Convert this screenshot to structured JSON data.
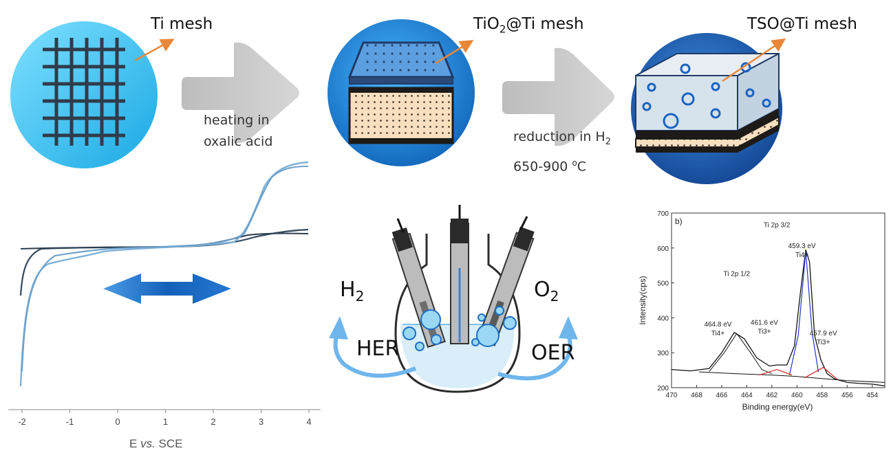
{
  "labels": {
    "ti_mesh": "Ti mesh",
    "tio2_pre": "TiO",
    "tio2_sub": "2",
    "tio2_post": "@Ti mesh",
    "tso": "TSO@Ti mesh",
    "step1_line1": "heating in",
    "step1_line2": "oxalic acid",
    "step2_line1_pre": "reduction in H",
    "step2_line1_sub": "2",
    "step2_line2_pre": "650-900 ",
    "step2_line2_sup": "o",
    "step2_line2_post": "C",
    "h2_main": "H",
    "h2_sub": "2",
    "o2_main": "O",
    "o2_sub": "2",
    "her": "HER",
    "oer": "OER"
  },
  "colors": {
    "mesh_circle": "#35c6f2",
    "tio2_circle": "#1c82d6",
    "tso_circle": "#1b63b8",
    "step_arrow": "#c8c8c8",
    "pointer_arrow": "#e8873a",
    "double_arrow": "#1d6fc4",
    "curve_dark": "#34495e",
    "curve_light": "#7fb0d6"
  },
  "cv_plot": {
    "xlabel_pre": "E ",
    "xlabel_italic": "vs.",
    "xlabel_post": " SCE",
    "x_ticks": [
      "-2",
      "-1",
      "0",
      "1",
      "2",
      "3",
      "4"
    ]
  },
  "chart_data": {
    "type": "line",
    "title": "",
    "panel_label": "b)",
    "xlabel": "Binding energy(eV)",
    "ylabel": "Intensity(cps)",
    "xlim": [
      470,
      453
    ],
    "ylim": [
      200,
      700
    ],
    "x_ticks": [
      470,
      468,
      466,
      464,
      462,
      460,
      458,
      456,
      454
    ],
    "y_ticks": [
      200,
      300,
      400,
      500,
      600,
      700
    ],
    "series": [
      {
        "points": [
          [
            470,
            252
          ],
          [
            468.5,
            248
          ],
          [
            467,
            255
          ],
          [
            466,
            300
          ],
          [
            465,
            358
          ],
          [
            464.2,
            340
          ],
          [
            463.2,
            285
          ],
          [
            462.2,
            262
          ],
          [
            461.6,
            265
          ],
          [
            460.8,
            265
          ],
          [
            460.2,
            320
          ],
          [
            459.7,
            480
          ],
          [
            459.3,
            595
          ],
          [
            459.0,
            560
          ],
          [
            458.6,
            350
          ],
          [
            458.1,
            280
          ],
          [
            457.6,
            240
          ],
          [
            457.0,
            225
          ],
          [
            456,
            215
          ],
          [
            455,
            212
          ],
          [
            454,
            210
          ],
          [
            453,
            205
          ]
        ]
      },
      {
        "points": [
          [
            467.8,
            245
          ],
          [
            464.8,
            240
          ],
          [
            462,
            236
          ],
          [
            460,
            232
          ],
          [
            458,
            226
          ],
          [
            456,
            220
          ],
          [
            453,
            215
          ]
        ]
      },
      {
        "points": [
          [
            467,
            246
          ],
          [
            465.8,
            300
          ],
          [
            464.8,
            355
          ],
          [
            463.8,
            305
          ],
          [
            462.8,
            252
          ],
          [
            462,
            240
          ]
        ]
      },
      {
        "points": [
          [
            460.6,
            236
          ],
          [
            459.9,
            350
          ],
          [
            459.3,
            592
          ],
          [
            458.8,
            360
          ],
          [
            458.3,
            245
          ]
        ]
      },
      {
        "points": [
          [
            463,
            236
          ],
          [
            461.6,
            252
          ],
          [
            460.4,
            236
          ]
        ]
      },
      {
        "points": [
          [
            459.4,
            228
          ],
          [
            457.9,
            258
          ],
          [
            456.8,
            224
          ]
        ]
      }
    ],
    "annotations": [
      {
        "x": 461.6,
        "y": 660,
        "lines": [
          "Ti 2p 3/2"
        ]
      },
      {
        "x": 464.8,
        "y": 520,
        "lines": [
          "Ti 2p 1/2"
        ]
      },
      {
        "x": 466.3,
        "y": 375,
        "lines": [
          "464.8 eV",
          "Ti4+"
        ]
      },
      {
        "x": 462.6,
        "y": 380,
        "lines": [
          "461.6 eV",
          "Ti3+"
        ]
      },
      {
        "x": 459.6,
        "y": 600,
        "lines": [
          "459.3 eV",
          "Ti4+"
        ]
      },
      {
        "x": 457.9,
        "y": 350,
        "lines": [
          "457.9 eV",
          "Ti3+"
        ]
      }
    ]
  }
}
